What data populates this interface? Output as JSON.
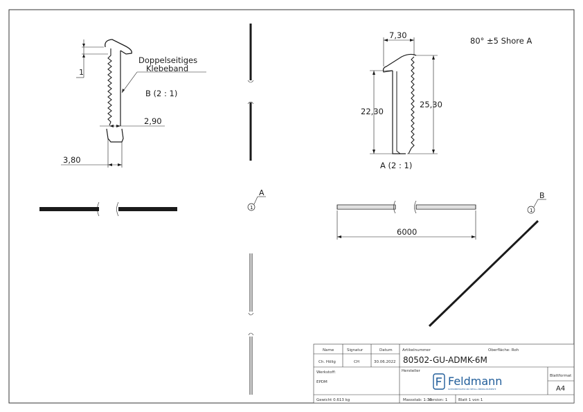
{
  "drawing": {
    "hardness": "80° ±5 Shore A",
    "section_a": {
      "label": "A (2 : 1)",
      "width": "7,30",
      "height_inner": "22,30",
      "height_outer": "25,30"
    },
    "section_b": {
      "label": "B (2 : 1)",
      "callout_line1": "Doppelseitiges",
      "callout_line2": "Klebeband",
      "dim_top": "1",
      "dim_mid": "2,90",
      "dim_base": "3,80"
    },
    "overall_length": "6000",
    "marker_a_letter": "A",
    "marker_a_num": "1",
    "marker_b_letter": "B",
    "marker_b_num": "1"
  },
  "title_block": {
    "h_name": "Name",
    "h_signatur": "Signatur",
    "h_datum": "Datum",
    "name": "Ch. Hölig",
    "signatur": "CH",
    "datum": "30.06.2022",
    "artikel_label": "Artikelnummer",
    "oberflaeche": "Oberfläche:  Roh",
    "artikel": "80502-GU-ADMK-6M",
    "werkstoff_label": "Werkstoff:",
    "werkstoff": "EPDM",
    "hersteller_label": "Hersteller",
    "brand": "Feldmann",
    "brand_tagline": "SCHEIDEBEHÄLTER UND METALL-ÜBERBAUELEMENTE",
    "blattformat_label": "Blattformat",
    "blattformat": "A4",
    "gewicht": "Gewicht 0.613 kg",
    "massstab": "Massstab: 1:10",
    "version": "Version: 1",
    "blatt": "Blatt 1 von 1"
  },
  "colors": {
    "line": "#1a1a1a",
    "brand": "#1f5c99"
  }
}
